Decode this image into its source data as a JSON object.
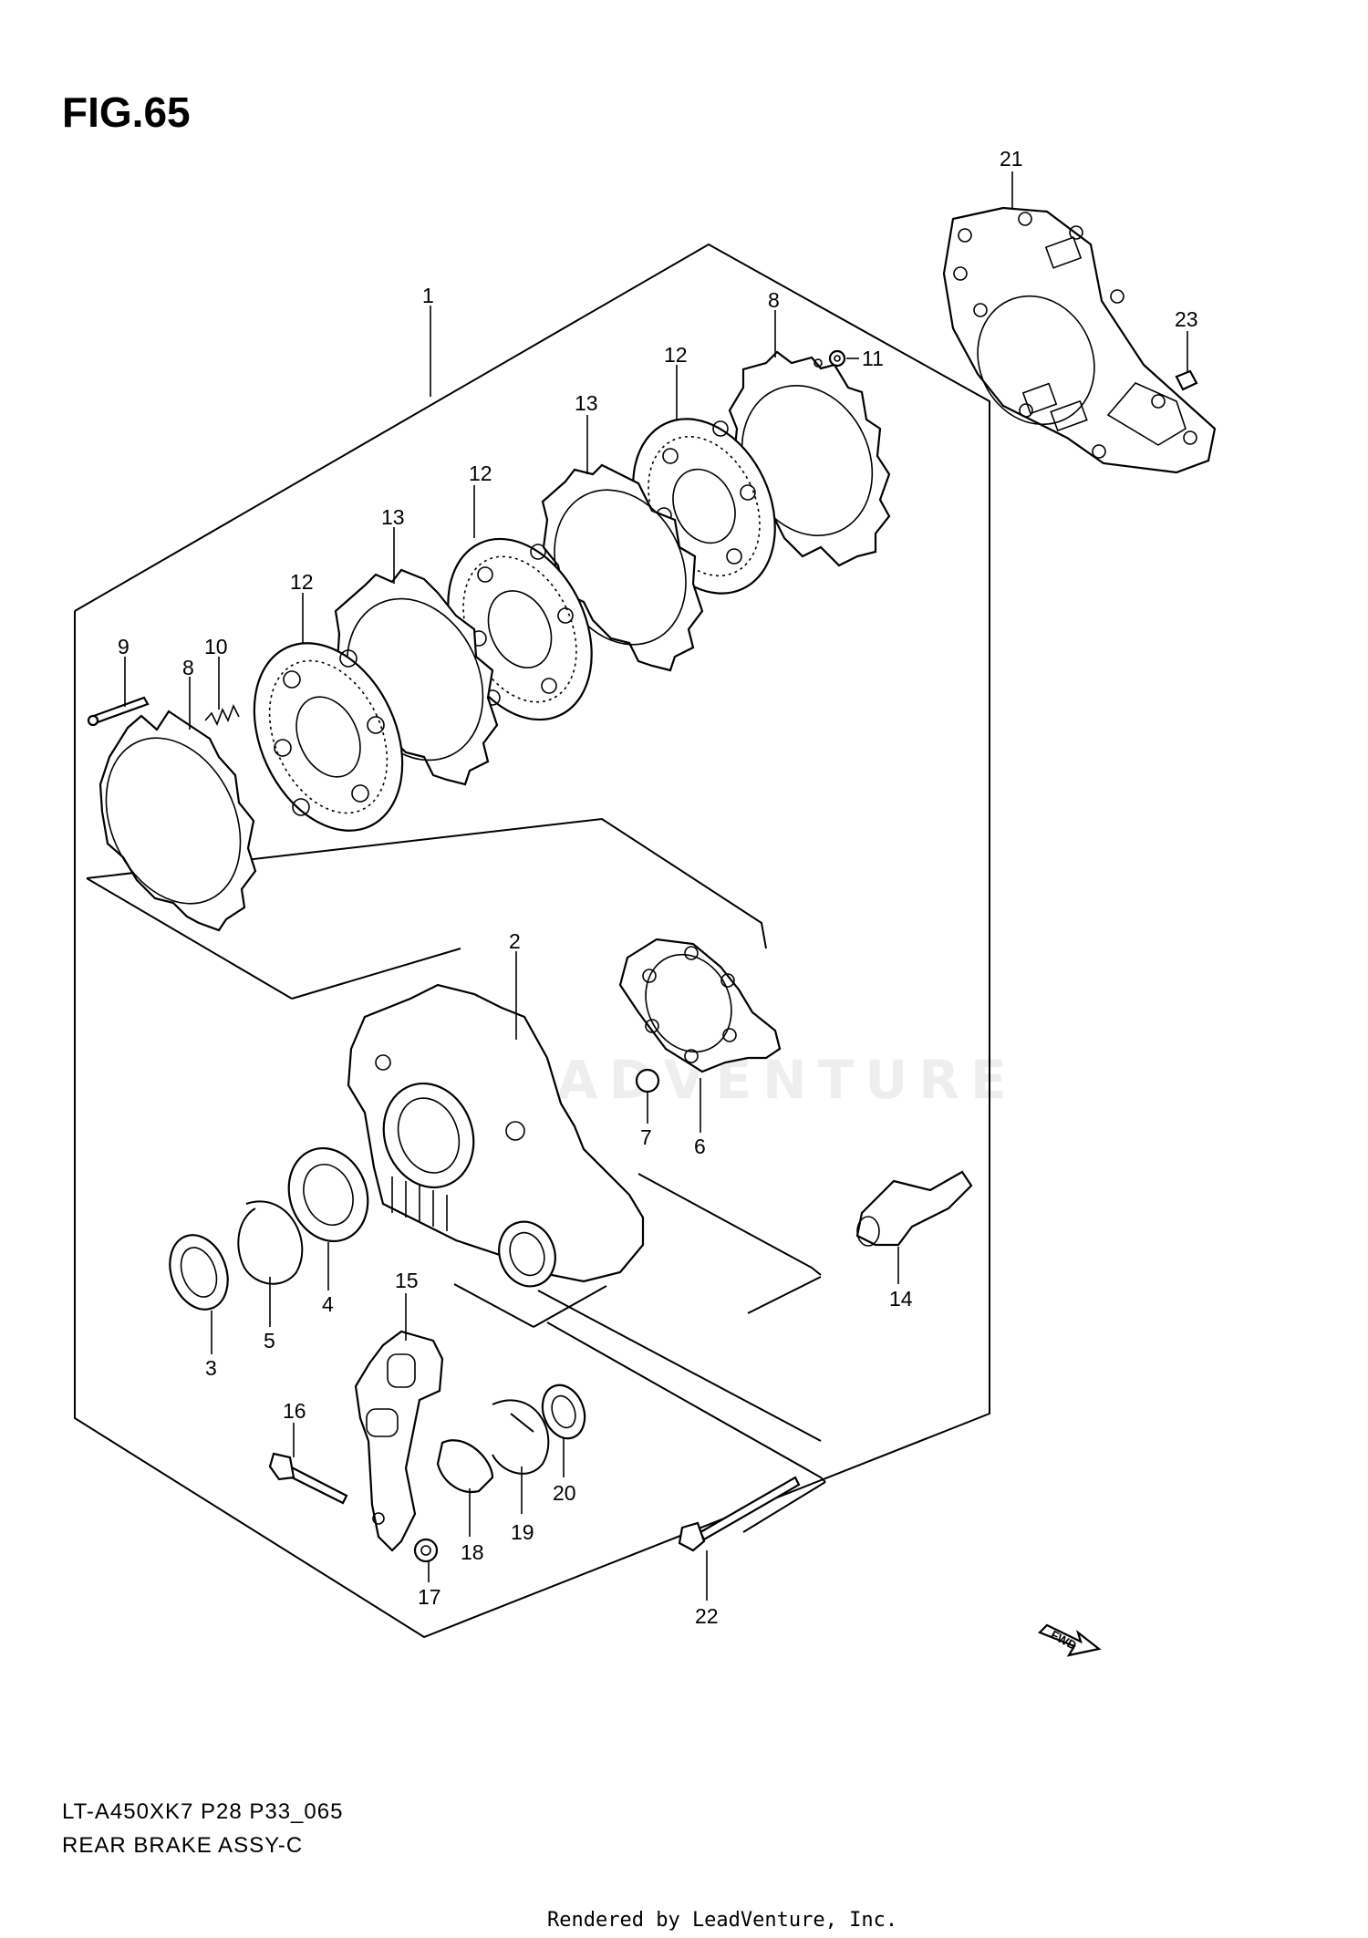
{
  "figure": {
    "title": "FIG.65",
    "model_code": "LT-A450XK7 P28 P33_065",
    "assembly_name": "REAR BRAKE ASSY-C",
    "credit": "Rendered by LeadVenture, Inc.",
    "watermark": "LEADVENTURE",
    "fwd_label": "FWD"
  },
  "callouts": [
    "1",
    "2",
    "3",
    "4",
    "5",
    "6",
    "7",
    "8",
    "8",
    "9",
    "10",
    "11",
    "12",
    "12",
    "12",
    "13",
    "13",
    "14",
    "15",
    "16",
    "17",
    "18",
    "19",
    "20",
    "21",
    "22",
    "23"
  ]
}
